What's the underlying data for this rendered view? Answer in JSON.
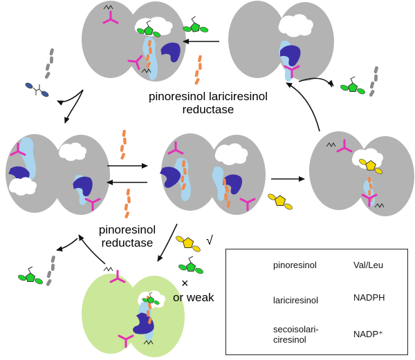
{
  "labels": {
    "plr_line1": "pinoresinol lariciresinol",
    "plr_line2": "reductase",
    "pr_line1": "pinoresinol",
    "pr_line2": "reductase",
    "check": "√",
    "cross": "×",
    "or_weak": "or weak"
  },
  "legend": {
    "pinoresinol": "pinoresinol",
    "lariciresinol": "lariciresinol",
    "secoisolariciresinol_1": "secoisolari-",
    "secoisolariciresinol_2": "ciresinol",
    "val_leu": "Val/Leu",
    "nadph": "NADPH",
    "nadp": "NADP⁺"
  },
  "colors": {
    "enzyme_grey": "#b3b3b3",
    "enzyme_green": "#cbe79a",
    "cofactor_blue": "#3c2fa6",
    "pocket_lightblue": "#a9d6ee",
    "val_leu_magenta": "#e62eb8",
    "nadph_orange": "#f08a4b",
    "nadp_grey": "#8a8a8a",
    "pinoresinol_yellow": "#f5d800",
    "lariciresinol_green": "#1fd12c",
    "seco_blue": "#3d5a99"
  }
}
